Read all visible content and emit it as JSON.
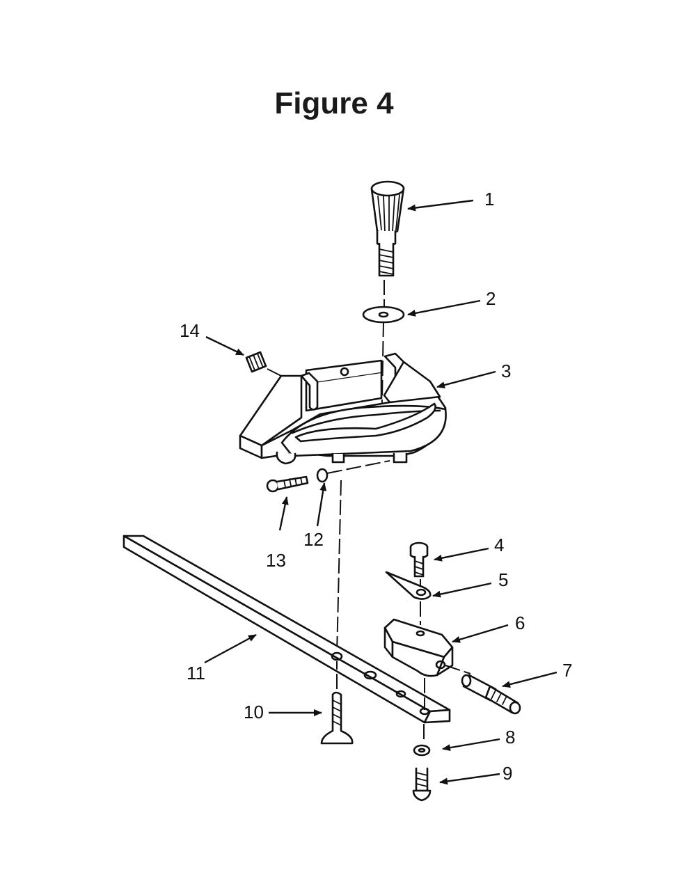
{
  "title": "Figure 4",
  "callouts": [
    {
      "id": "1",
      "label": "1"
    },
    {
      "id": "2",
      "label": "2"
    },
    {
      "id": "3",
      "label": "3"
    },
    {
      "id": "4",
      "label": "4"
    },
    {
      "id": "5",
      "label": "5"
    },
    {
      "id": "6",
      "label": "6"
    },
    {
      "id": "7",
      "label": "7"
    },
    {
      "id": "8",
      "label": "8"
    },
    {
      "id": "9",
      "label": "9"
    },
    {
      "id": "10",
      "label": "10"
    },
    {
      "id": "11",
      "label": "11"
    },
    {
      "id": "12",
      "label": "12"
    },
    {
      "id": "13",
      "label": "13"
    },
    {
      "id": "14",
      "label": "14"
    }
  ]
}
